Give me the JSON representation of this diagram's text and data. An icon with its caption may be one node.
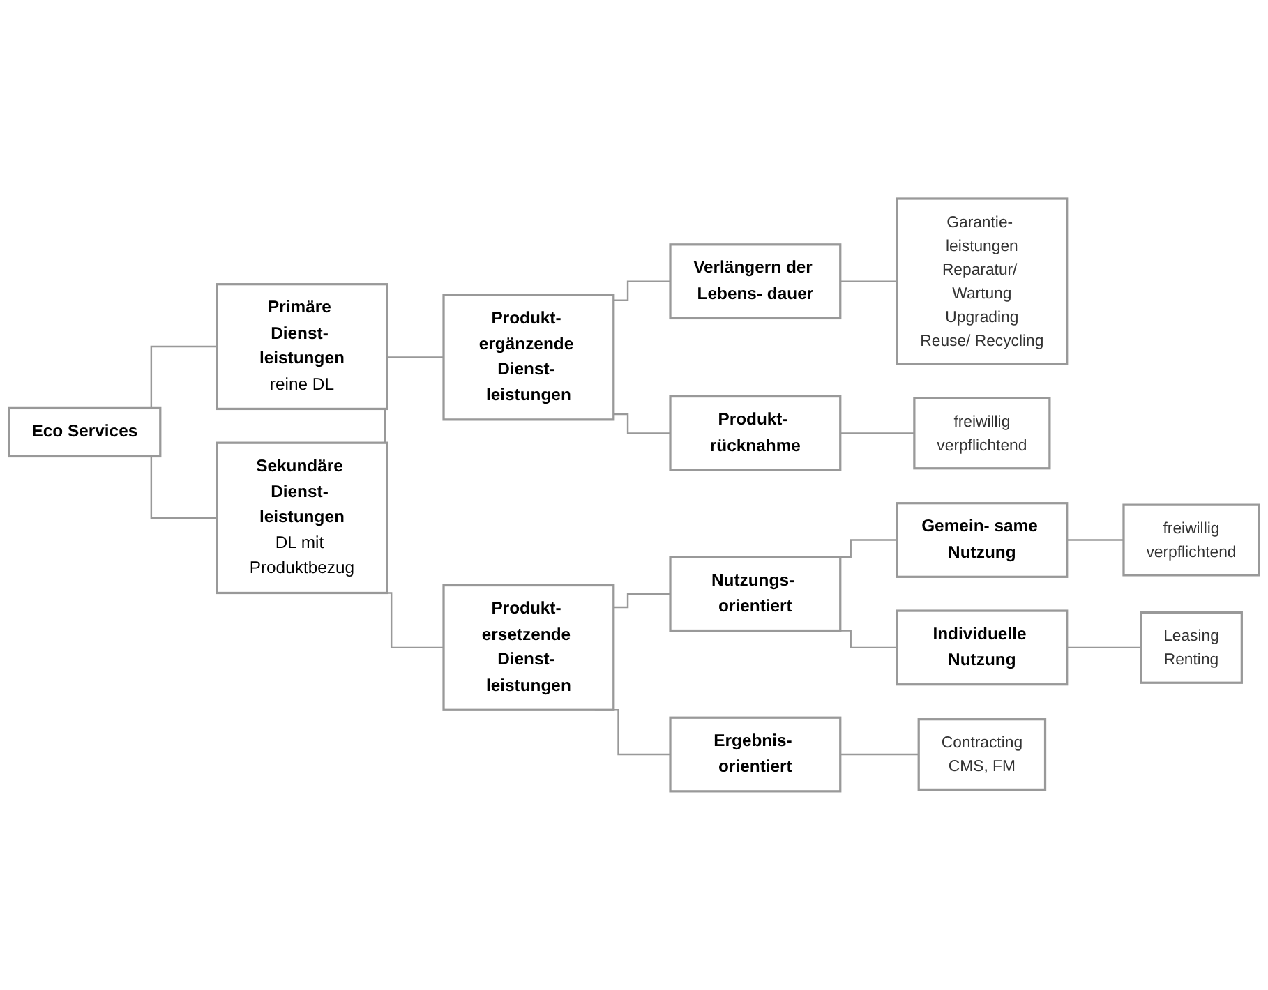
{
  "diagram": {
    "nodes": [
      {
        "text": [
          "Eco Services"
        ]
      },
      {
        "text": [
          "Primäre Dienst- leistungen",
          "reine DL"
        ]
      },
      {
        "text": [
          "Sekundäre Dienst- leistungen",
          "DL mit Produktbezug"
        ]
      },
      {
        "text": [
          "Produkt- ergänzende Dienst- leistungen"
        ]
      },
      {
        "text": [
          "Verlängern der Lebens- dauer"
        ]
      },
      {
        "text": [
          "Garantie- leistungen",
          "Reparatur/ Wartung",
          "Upgrading",
          "Reuse/ Recycling"
        ]
      },
      {
        "text": [
          "Produkt- rücknahme"
        ]
      },
      {
        "text": [
          "freiwillig",
          "verpflichtend"
        ]
      },
      {
        "text": [
          "Produkt- ersetzende Dienst- leistungen"
        ]
      },
      {
        "text": [
          "Nutzungs- orientiert"
        ]
      },
      {
        "text": [
          "Gemein- same Nutzung"
        ]
      },
      {
        "text": [
          "freiwillig",
          "verpflichtend"
        ]
      },
      {
        "text": [
          "Individuelle Nutzung"
        ]
      },
      {
        "text": [
          "Leasing",
          "Renting"
        ]
      },
      {
        "text": [
          "Ergebnis- orientiert"
        ]
      },
      {
        "text": [
          "Contracting",
          "CMS, FM"
        ]
      }
    ],
    "edges": [
      {
        "from": 0,
        "to": 1,
        "arrow": "none"
      },
      {
        "from": 0,
        "to": 2,
        "arrow": "none"
      },
      {
        "from": 2,
        "to": 3,
        "arrow": "none"
      },
      {
        "from": 2,
        "to": 8,
        "arrow": "none"
      },
      {
        "from": 3,
        "to": 4,
        "arrow": "none"
      },
      {
        "from": 3,
        "to": 6,
        "arrow": "none"
      },
      {
        "from": 4,
        "to": 5,
        "arrow": "none"
      },
      {
        "from": 6,
        "to": 7,
        "arrow": "none"
      },
      {
        "from": 8,
        "to": 9,
        "arrow": "none"
      },
      {
        "from": 8,
        "to": 14,
        "arrow": "none"
      },
      {
        "from": 9,
        "to": 10,
        "arrow": "none"
      },
      {
        "from": 9,
        "to": 12,
        "arrow": "none"
      },
      {
        "from": 10,
        "to": 11,
        "arrow": "none"
      },
      {
        "from": 12,
        "to": 13,
        "arrow": "none"
      },
      {
        "from": 14,
        "to": 15,
        "arrow": "none"
      }
    ]
  }
}
